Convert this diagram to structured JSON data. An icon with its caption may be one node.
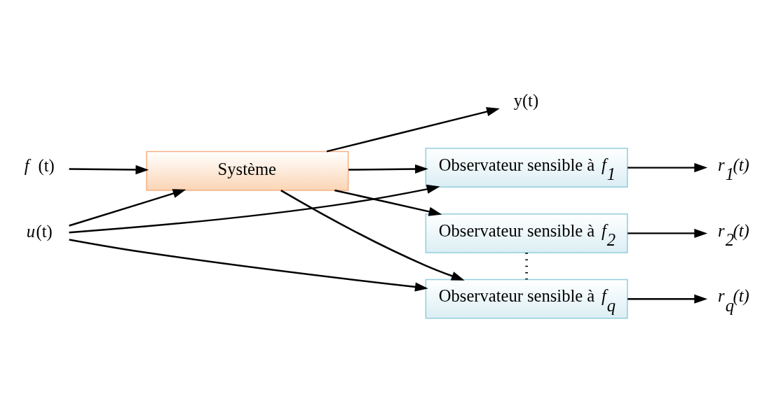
{
  "diagram": {
    "nodes": [
      {
        "text": [
          "*f* (t)"
        ]
      },
      {
        "text": [
          "*u*(t)"
        ]
      },
      {
        "text": [
          "Système"
        ]
      },
      {
        "text": [
          "y(t)"
        ]
      },
      {
        "text": [
          "*r$_{1}$(t)*"
        ]
      },
      {
        "text": [
          "Observateur sensible à *f$_{1}$*"
        ]
      },
      {
        "text": [
          "*r$_{2}$(t)*"
        ]
      },
      {
        "text": [
          "Observateur sensible à *f$_{2}$*"
        ]
      },
      {
        "text": [
          "*r$_{q}$(t)*"
        ]
      },
      {
        "text": [
          "Observateur sensible à *f$_{q}$*"
        ]
      }
    ],
    "edges": [
      {
        "from": 1,
        "to": 2,
        "arrow": "to"
      },
      {
        "from": 0,
        "to": 2,
        "arrow": "to"
      },
      {
        "from": 2,
        "to": 3,
        "arrow": "to"
      },
      {
        "from": 1,
        "to": 5,
        "arrow": "to"
      },
      {
        "from": 2,
        "to": 5,
        "arrow": "to"
      },
      {
        "from": 2,
        "to": 7,
        "arrow": "to"
      },
      {
        "from": 1,
        "to": 9,
        "arrow": "to"
      },
      {
        "from": 2,
        "to": 9,
        "arrow": "to"
      },
      {
        "from": 5,
        "to": 4,
        "arrow": "to"
      },
      {
        "from": 7,
        "to": 6,
        "arrow": "to"
      },
      {
        "from": 9,
        "to": 8,
        "arrow": "to"
      },
      {
        "from": 7,
        "to": 9,
        "arrow": "none",
        "style": "dashed"
      }
    ]
  }
}
